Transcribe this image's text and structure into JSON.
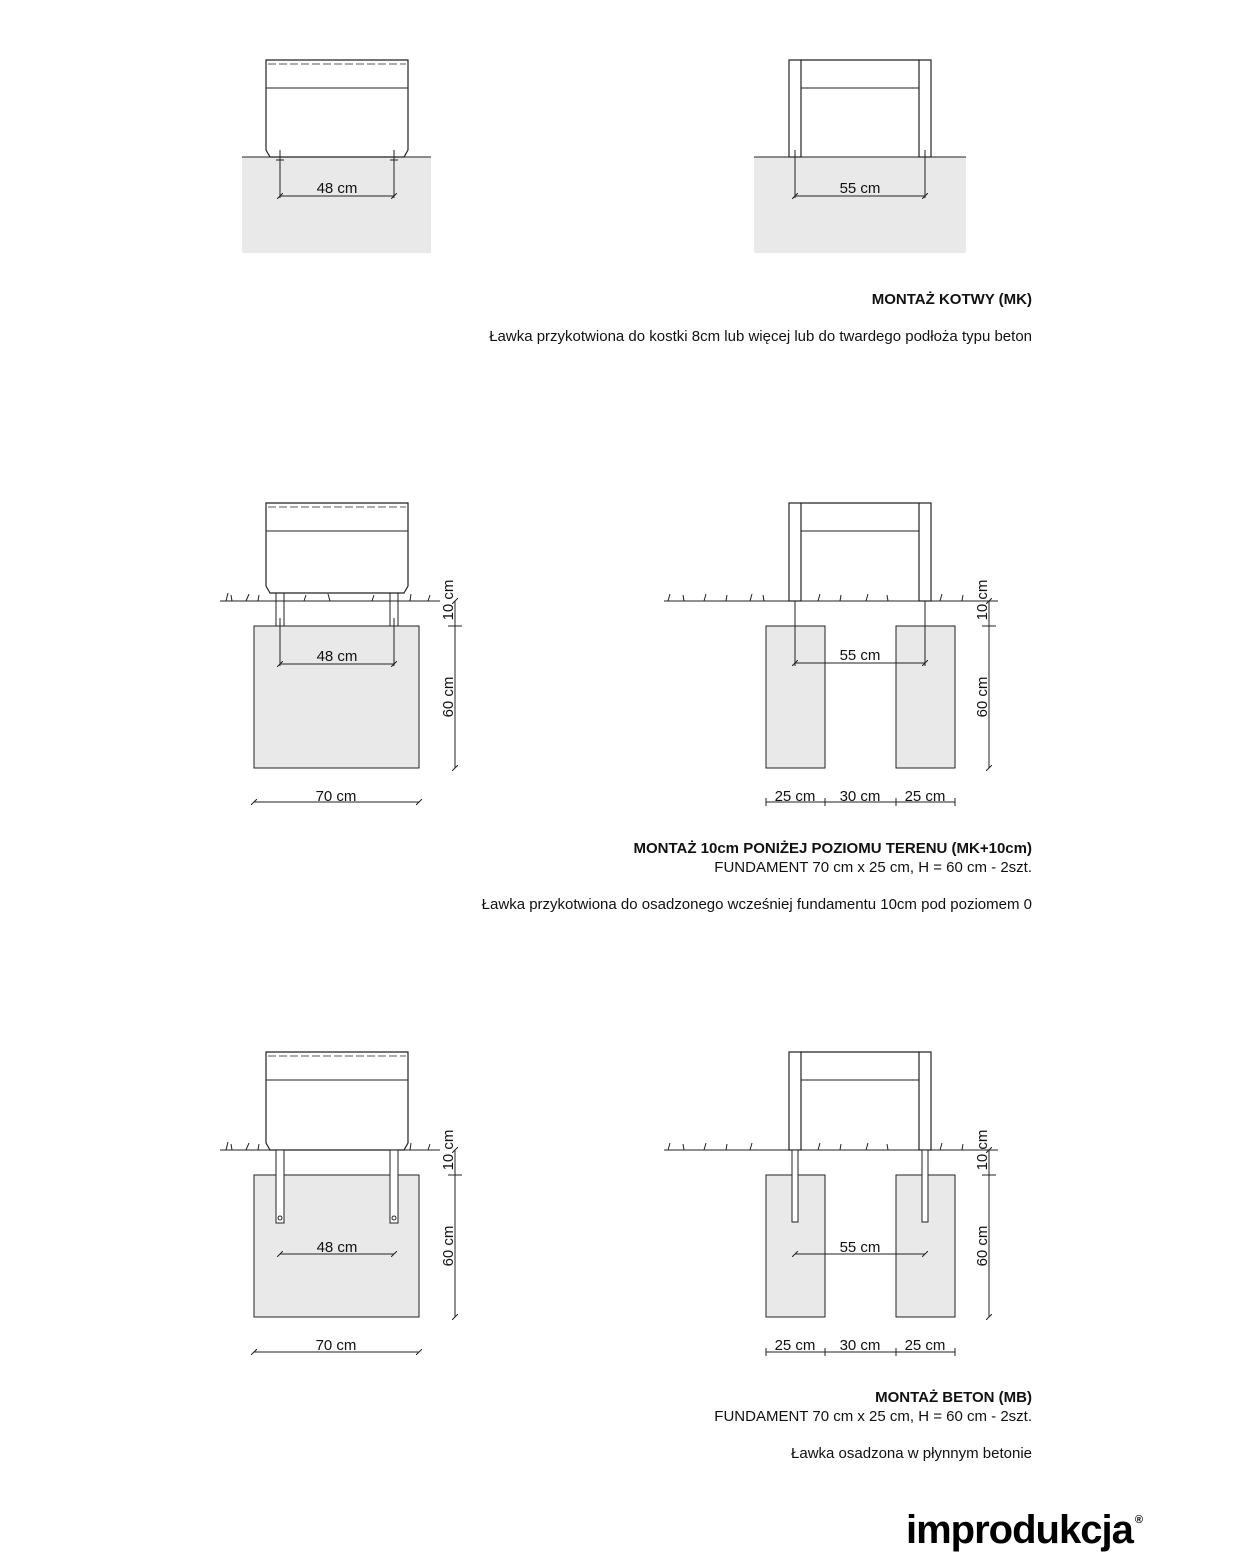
{
  "sections": [
    {
      "title": "MONTAŻ KOTWY (MK)",
      "subtitle": "",
      "note": "Ławka przykotwiona do kostki 8cm lub więcej lub do twardego podłoża typu beton",
      "dims": {
        "side_span": "48 cm",
        "front_span": "55 cm"
      }
    },
    {
      "title": "MONTAŻ 10cm PONIŻEJ POZIOMU TERENU (MK+10cm)",
      "subtitle": "FUNDAMENT 70 cm x 25 cm, H = 60 cm - 2szt.",
      "note": "Ławka przykotwiona do osadzonego wcześniej fundamentu 10cm pod poziomem 0",
      "dims": {
        "side_span": "48 cm",
        "front_span": "55 cm",
        "depth": "10 cm",
        "height": "60 cm",
        "side_width": "70 cm",
        "w_left": "25 cm",
        "w_mid": "30 cm",
        "w_right": "25 cm"
      }
    },
    {
      "title": "MONTAŻ BETON (MB)",
      "subtitle": "FUNDAMENT 70 cm x 25 cm, H = 60 cm - 2szt.",
      "note": "Ławka osadzona w płynnym betonie",
      "dims": {
        "side_span": "48 cm",
        "front_span": "55 cm",
        "depth": "10 cm",
        "height": "60 cm",
        "side_width": "70 cm",
        "w_left": "25 cm",
        "w_mid": "30 cm",
        "w_right": "25 cm"
      }
    }
  ],
  "brand": {
    "name": "improdukcja",
    "mark": "®"
  },
  "colors": {
    "ground": "#e9e9e9",
    "line": "#222222"
  }
}
